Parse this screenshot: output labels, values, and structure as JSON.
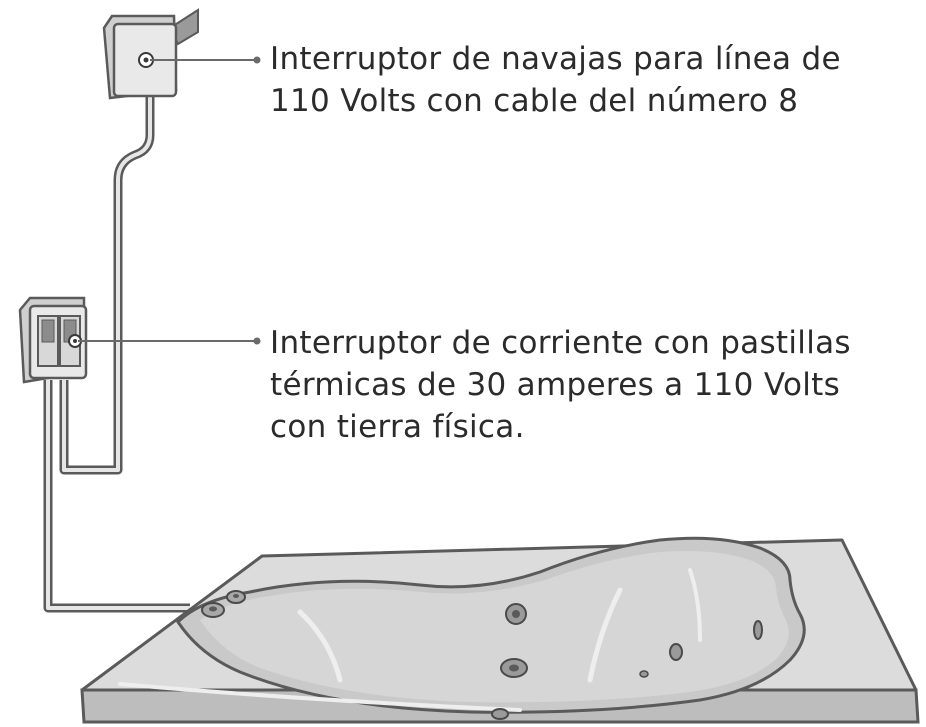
{
  "callouts": [
    {
      "lines": [
        "Interruptor de navajas para línea de",
        "110 Volts con cable del número 8"
      ]
    },
    {
      "lines": [
        "Interruptor de corriente con pastillas",
        "térmicas de 30 amperes a 110 Volts",
        "con tierra física."
      ]
    }
  ],
  "colors": {
    "text": "#2b2b2b",
    "outline": "#5a5a5a",
    "box_fill": "#e6e6e6",
    "tub_fill": "#dcdcdc",
    "tub_inner": "#c8c8c8"
  }
}
